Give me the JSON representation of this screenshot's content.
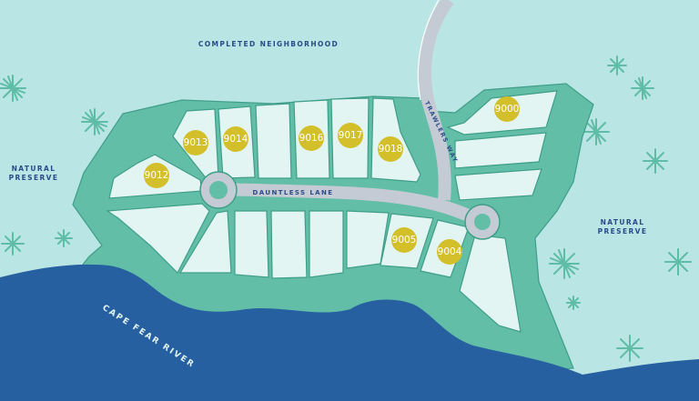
{
  "colors": {
    "background": "#b9e6e4",
    "land": "#63bea8",
    "lot": "#e2f5f3",
    "road": "#c5cbd4",
    "river": "#2760a0",
    "lot_marker": "#d3bf2a",
    "label_text": "#2c4a8a"
  },
  "labels": {
    "completed_neighborhood": "COMPLETED NEIGHBORHOOD",
    "natural_preserve_left": [
      "NATURAL",
      "PRESERVE"
    ],
    "natural_preserve_right": [
      "NATURAL",
      "PRESERVE"
    ],
    "river": "CAPE FEAR RIVER",
    "dauntless_lane": "DAUNTLESS LANE",
    "trawlers_way": "TRAWLERS WAY"
  },
  "lots": [
    {
      "id": "9000"
    },
    {
      "id": "9004"
    },
    {
      "id": "9005"
    },
    {
      "id": "9012"
    },
    {
      "id": "9013"
    },
    {
      "id": "9014"
    },
    {
      "id": "9016"
    },
    {
      "id": "9017"
    },
    {
      "id": "9018"
    }
  ]
}
